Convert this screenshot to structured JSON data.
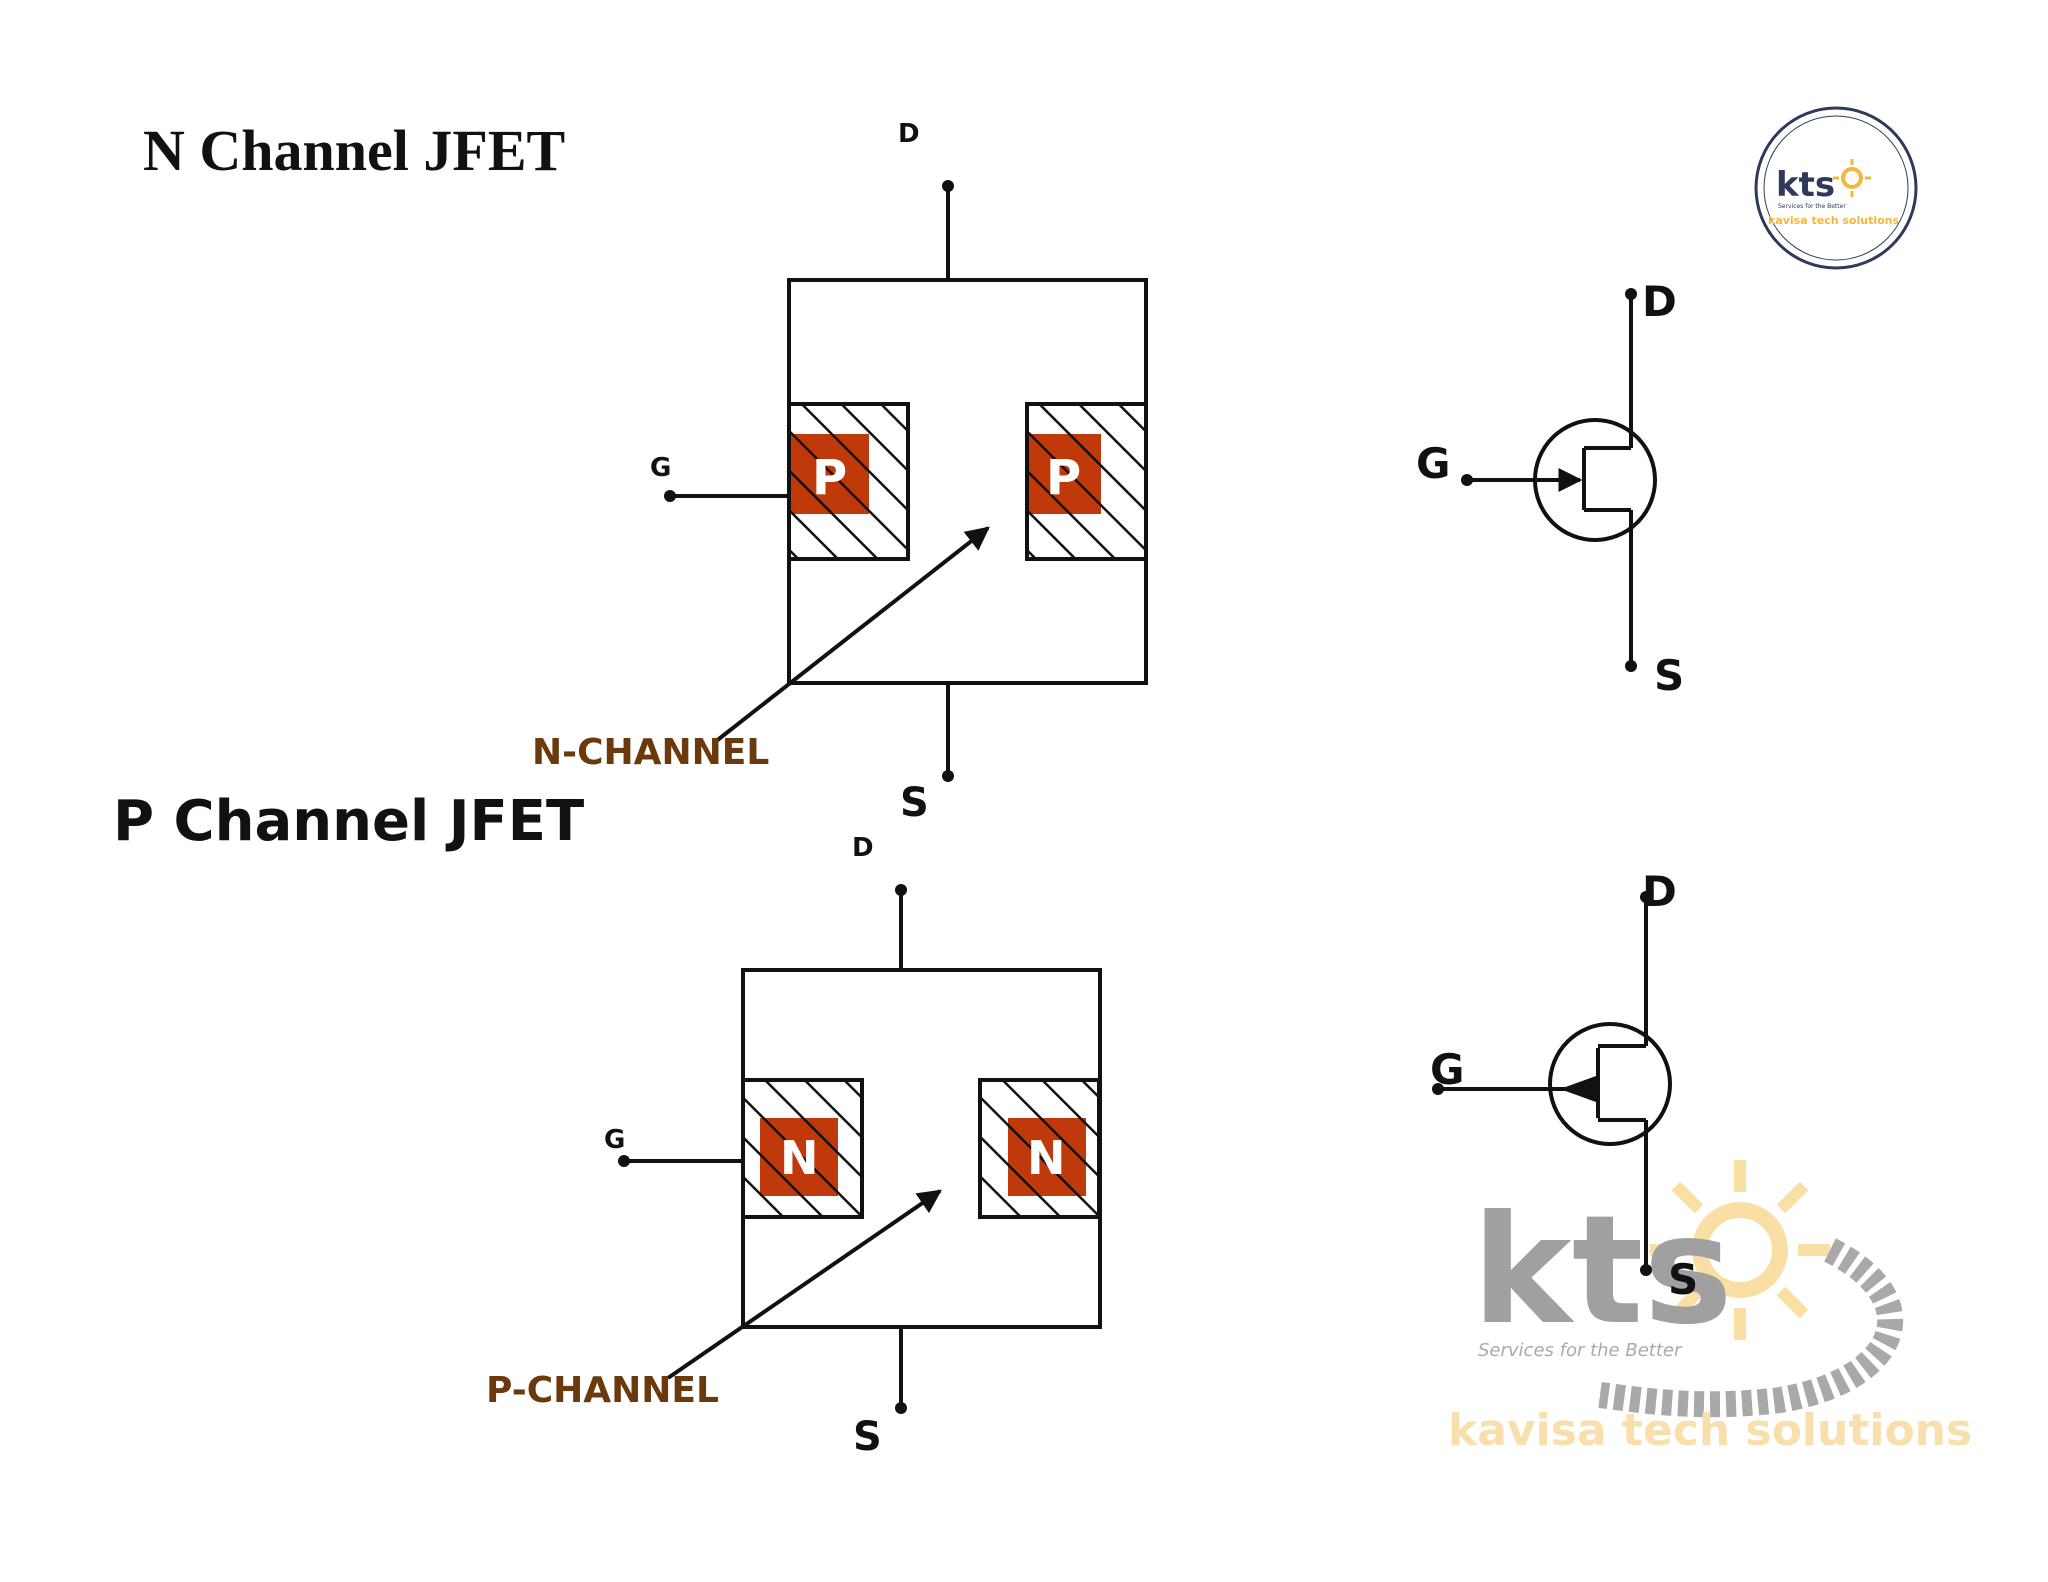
{
  "colors": {
    "region_fill": "#c0390b",
    "channel_label": "#6b3a0c",
    "line": "#111111",
    "logo_blue": "#2e3a59",
    "logo_gold": "#f4b63c"
  },
  "n_channel": {
    "title": "N Channel JFET",
    "drain_label": "D",
    "source_label": "S",
    "gate_label": "G",
    "region_letter": "P",
    "channel_label": "N-CHANNEL",
    "symbol": {
      "drain_label": "D",
      "gate_label": "G",
      "source_label": "S"
    }
  },
  "p_channel": {
    "title": "P Channel JFET",
    "drain_label": "D",
    "source_label": "S",
    "gate_label": "G",
    "region_letter": "N",
    "channel_label": "P-CHANNEL",
    "symbol": {
      "drain_label": "D",
      "gate_label": "G",
      "source_label": "S"
    }
  },
  "logo_small": {
    "name": "kts",
    "tagline": "Services for the Better",
    "company": "kavisa tech solutions"
  },
  "watermark": {
    "name": "kts",
    "tagline": "Services for the Better",
    "company": "kavisa tech solutions"
  }
}
